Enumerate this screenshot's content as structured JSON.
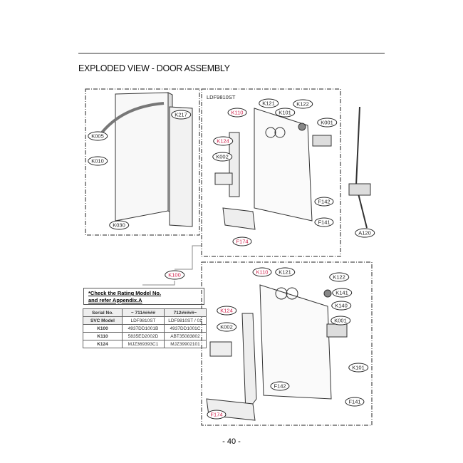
{
  "title": "EXPLODED VIEW - DOOR ASSEMBLY",
  "model_label": "LDF9810ST",
  "labels": {
    "K217": "K217",
    "K005": "K005",
    "K010": "K010",
    "K030": "K030",
    "K121": "K121",
    "K101": "K101",
    "K122": "K122",
    "K110": "K110",
    "K001": "K001",
    "K124": "K124",
    "K002": "K002",
    "F142": "F142",
    "F141": "F141",
    "F174": "F174",
    "A120": "A120",
    "K100": "K100",
    "K141": "K141",
    "K140": "K140"
  },
  "note": {
    "line1": "*Check the Rating Model No.",
    "line2": "and refer Appendix.A"
  },
  "table": {
    "headers": [
      "Serial No.",
      "~ 711#####",
      "712#####~"
    ],
    "rows": [
      [
        "SVC Model",
        "LDF9810ST",
        "LDF9810ST / 01"
      ],
      [
        "K100",
        "4937DD1001B",
        "4937DD1001C"
      ],
      [
        "K110",
        "5835ED2002D",
        "ABT35083802"
      ],
      [
        "K124",
        "MJZ369393C1",
        "MJZ39902101"
      ]
    ]
  },
  "page_number": "- 40 -",
  "colors": {
    "callout_red": "#d0204a"
  }
}
